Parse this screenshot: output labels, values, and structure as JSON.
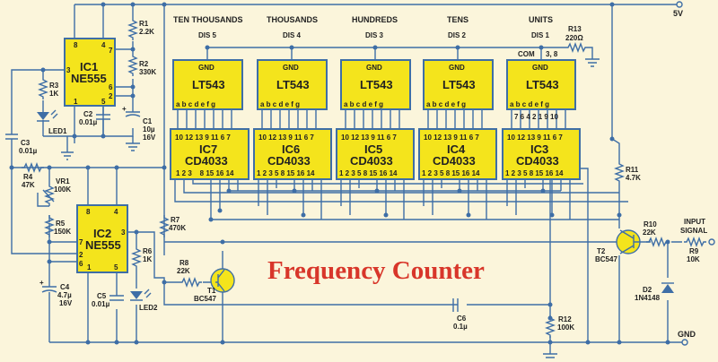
{
  "title": "Frequency Counter",
  "supply": {
    "vcc": "5V",
    "gnd": "GND",
    "input": "INPUT",
    "input2": "SIGNAL"
  },
  "displays": [
    {
      "heading": "TEN THOUSANDS",
      "name": "DIS 5",
      "gnd": "GND",
      "part": "LT543",
      "segs": "a b c d e f g"
    },
    {
      "heading": "THOUSANDS",
      "name": "DIS 4",
      "gnd": "GND",
      "part": "LT543",
      "segs": "a b c d e f g"
    },
    {
      "heading": "HUNDREDS",
      "name": "DIS 3",
      "gnd": "GND",
      "part": "LT543",
      "segs": "a b c d e f g"
    },
    {
      "heading": "TENS",
      "name": "DIS 2",
      "gnd": "GND",
      "part": "LT543",
      "segs": "a b c d e f g"
    },
    {
      "heading": "UNITS",
      "name": "DIS 1",
      "gnd": "GND",
      "part": "LT543",
      "segs": "a b c d e f g",
      "pins": "7 6 4 2 1 9 10",
      "com": "COM",
      "com_pins": "3, 8"
    }
  ],
  "counters": [
    {
      "ref": "IC7",
      "part": "CD4033",
      "top_pins": "10 12 13 9 11 6 7",
      "bottom_pins": "1 2 3    8 15 16 14"
    },
    {
      "ref": "IC6",
      "part": "CD4033",
      "top_pins": "10 12 13 9 11 6 7",
      "bottom_pins": "1 2 3 5 8 15 16 14"
    },
    {
      "ref": "IC5",
      "part": "CD4033",
      "top_pins": "10 12 13 9 11 6 7",
      "bottom_pins": "1 2 3 5 8 15 16 14"
    },
    {
      "ref": "IC4",
      "part": "CD4033",
      "top_pins": "10 12 13 9 11 6 7",
      "bottom_pins": "1 2 3 5 8 15 16 14"
    },
    {
      "ref": "IC3",
      "part": "CD4033",
      "top_pins": "10 12 13 9 11 6 7",
      "bottom_pins": "1 2 3 5 8 15 16 14"
    }
  ],
  "timers": [
    {
      "ref": "IC1",
      "part": "NE555",
      "pins": {
        "p8": "8",
        "p4": "4",
        "p7": "7",
        "p3": "3",
        "p6": "6",
        "p2": "2",
        "p1": "1",
        "p5": "5"
      }
    },
    {
      "ref": "IC2",
      "part": "NE555",
      "pins": {
        "p8": "8",
        "p4": "4",
        "p7": "7",
        "p3": "3",
        "p6": "6",
        "p2": "2",
        "p1": "1",
        "p5": "5"
      }
    }
  ],
  "components": {
    "R1": {
      "ref": "R1",
      "value": "2.2K"
    },
    "R2": {
      "ref": "R2",
      "value": "330K"
    },
    "R3": {
      "ref": "R3",
      "value": "1K"
    },
    "R4": {
      "ref": "R4",
      "value": "47K"
    },
    "R5": {
      "ref": "R5",
      "value": "150K"
    },
    "R6": {
      "ref": "R6",
      "value": "1K"
    },
    "R7": {
      "ref": "R7",
      "value": "470K"
    },
    "R8": {
      "ref": "R8",
      "value": "22K"
    },
    "R9": {
      "ref": "R9",
      "value": "10K"
    },
    "R10": {
      "ref": "R10",
      "value": "22K"
    },
    "R11": {
      "ref": "R11",
      "value": "4.7K"
    },
    "R12": {
      "ref": "R12",
      "value": "100K"
    },
    "R13": {
      "ref": "R13",
      "value": "220Ω"
    },
    "VR1": {
      "ref": "VR1",
      "value": "100K"
    },
    "C1": {
      "ref": "C1",
      "value": "10µ",
      "rating": "16V"
    },
    "C2": {
      "ref": "C2",
      "value": "0.01µ"
    },
    "C3": {
      "ref": "C3",
      "value": "0.01µ"
    },
    "C4": {
      "ref": "C4",
      "value": "4.7µ",
      "rating": "16V"
    },
    "C5": {
      "ref": "C5",
      "value": "0.01µ"
    },
    "C6": {
      "ref": "C6",
      "value": "0.1µ"
    },
    "LED1": {
      "ref": "LED1"
    },
    "LED2": {
      "ref": "LED2"
    },
    "T1": {
      "ref": "T1",
      "value": "BC547"
    },
    "T2": {
      "ref": "T2",
      "value": "BC547"
    },
    "D2": {
      "ref": "D2",
      "value": "1N4148"
    }
  },
  "colors": {
    "wire": "#3e6ea6",
    "chip": "#f4e41c",
    "title": "#d8362a",
    "background": "#fbf5db"
  }
}
